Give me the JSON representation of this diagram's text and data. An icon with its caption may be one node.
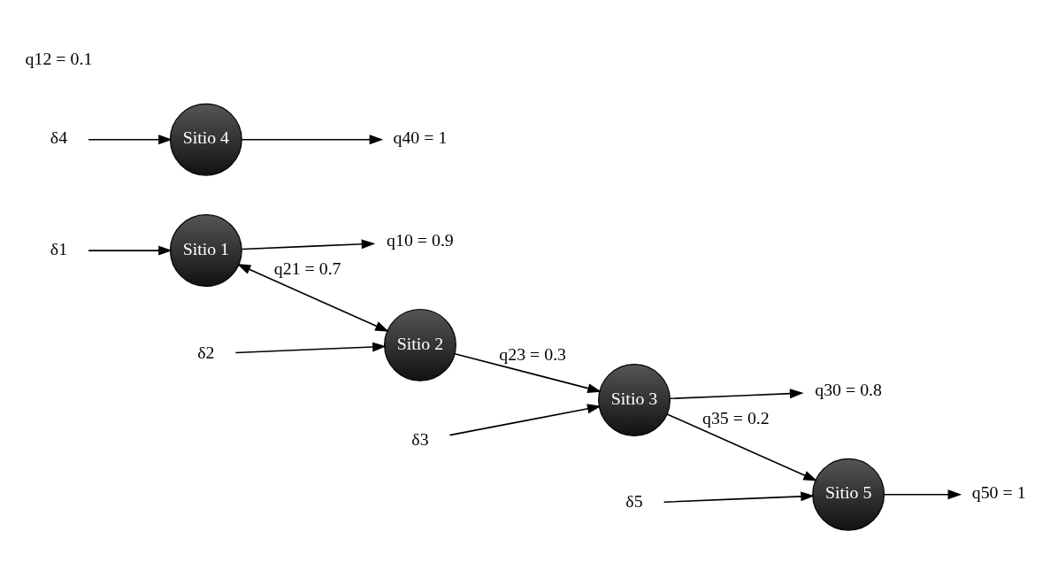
{
  "diagram": {
    "nodes": [
      {
        "text": [
          "δ1"
        ]
      },
      {
        "text": [
          "Sitio 1"
        ]
      },
      {
        "text": [
          "q10 = 0.9"
        ]
      },
      {
        "text": [
          "δ4"
        ]
      },
      {
        "text": [
          "Sitio 4"
        ]
      },
      {
        "text": [
          "q40 = 1"
        ]
      },
      {
        "text": [
          "δ2"
        ]
      },
      {
        "text": [
          "Sitio 2"
        ]
      },
      {
        "text": [
          "δ3"
        ]
      },
      {
        "text": [
          "Sitio 3"
        ]
      },
      {
        "text": [
          "q30 = 0.8"
        ]
      },
      {
        "text": [
          "δ5"
        ]
      },
      {
        "text": [
          "Sitio 5"
        ]
      },
      {
        "text": [
          "q50 = 1"
        ]
      }
    ],
    "edges": [
      {
        "from": 0,
        "to": 1,
        "arrow": "to"
      },
      {
        "from": 1,
        "to": 2,
        "arrow": "to"
      },
      {
        "from": 3,
        "to": 4,
        "arrow": "to"
      },
      {
        "from": 4,
        "to": 5,
        "arrow": "to"
      },
      {
        "from": 1,
        "to": 7,
        "arrow": "both",
        "label": "q21 = 0.7"
      },
      {
        "from": 6,
        "to": 7,
        "arrow": "to"
      },
      {
        "from": 7,
        "to": 9,
        "arrow": "to",
        "label": "q23 = 0.3"
      },
      {
        "from": 8,
        "to": 9,
        "arrow": "to"
      },
      {
        "from": 9,
        "to": 10,
        "arrow": "to"
      },
      {
        "from": 9,
        "to": 12,
        "arrow": "to",
        "label": "q35 = 0.2"
      },
      {
        "from": 11,
        "to": 12,
        "arrow": "to"
      },
      {
        "from": 12,
        "to": 13,
        "arrow": "to"
      }
    ],
    "labels": [
      "q12 = 0.1"
    ]
  }
}
